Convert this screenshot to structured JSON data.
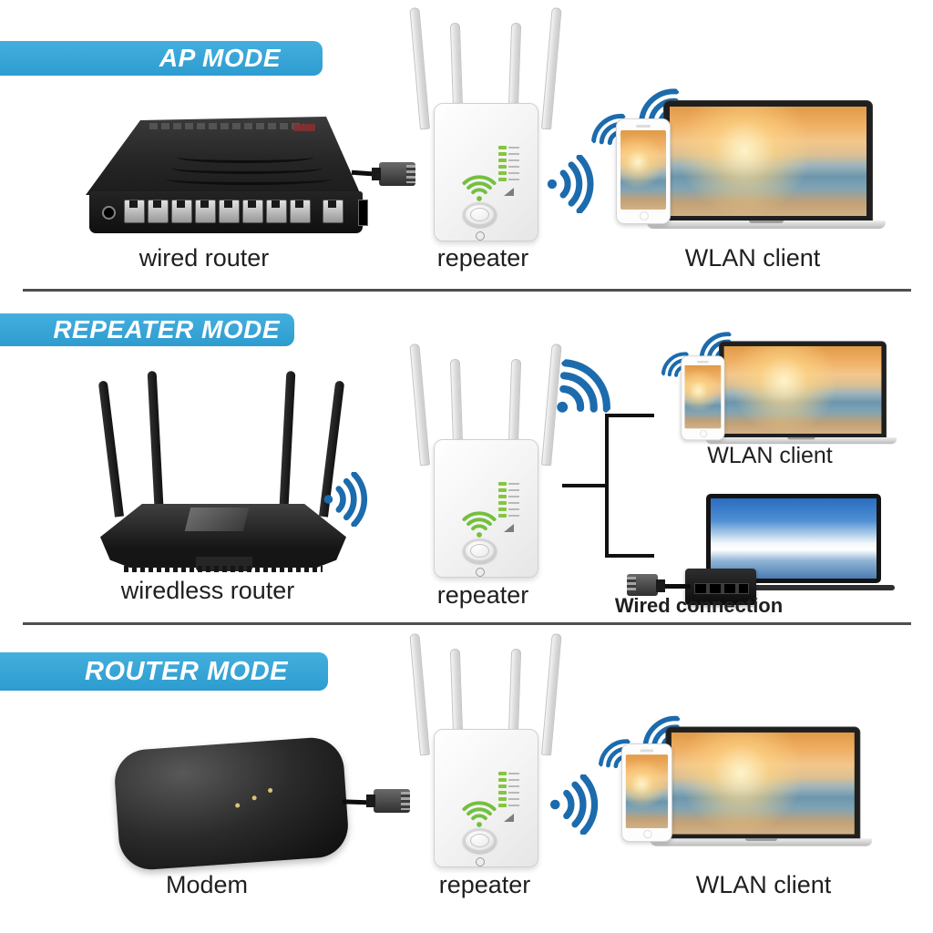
{
  "colors": {
    "banner_cyan": "#33a3d6",
    "wifi_icon_blue": "#1c6bad",
    "repeater_led_green": "#85c540",
    "label_text": "#1f1f1f"
  },
  "sections": [
    {
      "banner": "AP MODE",
      "labels": {
        "left_device": "wired router",
        "repeater": "repeater",
        "right_device": "WLAN client"
      }
    },
    {
      "banner": "REPEATER MODE",
      "labels": {
        "left_device": "wiredless router",
        "repeater": "repeater",
        "right_device": "WLAN client",
        "wired_connection": "Wired connection"
      }
    },
    {
      "banner": "ROUTER MODE",
      "labels": {
        "left_device": "Modem",
        "repeater": "repeater",
        "right_device": "WLAN client"
      }
    }
  ]
}
